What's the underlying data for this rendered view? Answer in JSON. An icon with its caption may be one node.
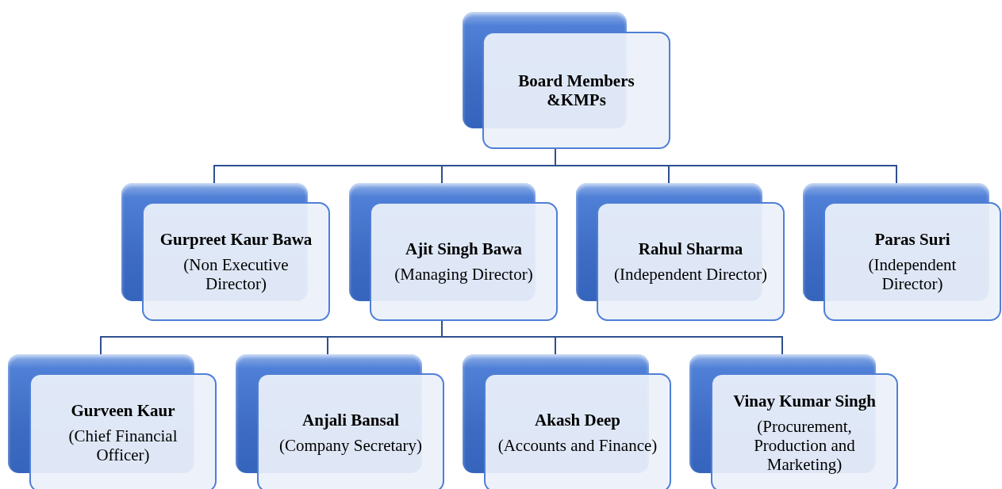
{
  "diagram": {
    "nodes": [
      {
        "text": [
          "Board Members &KMPs"
        ]
      },
      {
        "text": [
          "Gurpreet Kaur Bawa",
          "(Non Executive Director)"
        ]
      },
      {
        "text": [
          "Ajit Singh Bawa",
          "(Managing Director)"
        ]
      },
      {
        "text": [
          "Rahul Sharma",
          "(Independent Director)"
        ]
      },
      {
        "text": [
          "Paras Suri",
          "(Independent Director)"
        ]
      },
      {
        "text": [
          "Gurveen Kaur",
          "(Chief Financial Officer)"
        ]
      },
      {
        "text": [
          "Anjali Bansal",
          "(Company Secretary)"
        ]
      },
      {
        "text": [
          "Akash Deep",
          "(Accounts and Finance)"
        ]
      },
      {
        "text": [
          "Vinay Kumar Singh",
          "(Procurement, Production and Marketing)"
        ]
      }
    ],
    "edges": [
      {
        "from": 0,
        "to": 1,
        "arrow": "none"
      },
      {
        "from": 0,
        "to": 2,
        "arrow": "none"
      },
      {
        "from": 0,
        "to": 3,
        "arrow": "none"
      },
      {
        "from": 0,
        "to": 4,
        "arrow": "none"
      },
      {
        "from": 2,
        "to": 5,
        "arrow": "none"
      },
      {
        "from": 2,
        "to": 6,
        "arrow": "none"
      },
      {
        "from": 2,
        "to": 7,
        "arrow": "none"
      },
      {
        "from": 2,
        "to": 8,
        "arrow": "none"
      }
    ]
  }
}
